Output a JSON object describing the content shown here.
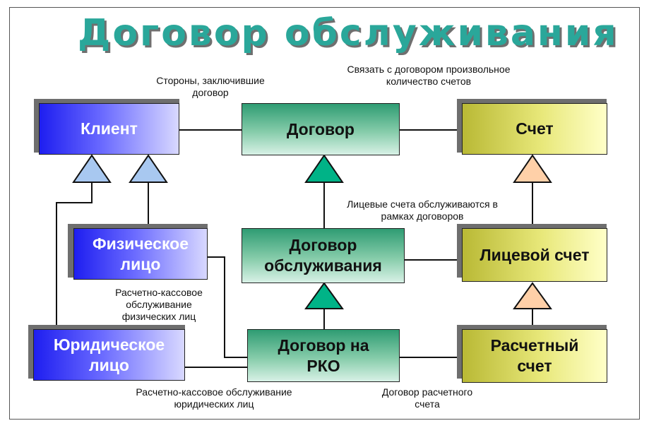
{
  "title": "Договор обслуживания",
  "boxes": {
    "client": "Клиент",
    "contract": "Договор",
    "account": "Счет",
    "individual": "Физическое лицо",
    "service_contract": "Договор обслуживания",
    "personal_account": "Лицевой счет",
    "legal_entity": "Юридическое лицо",
    "rko_contract": "Договор на РКО",
    "settlement_account": "Расчетный счет"
  },
  "notes": {
    "parties": "Стороны, заключившие договор",
    "link_accounts": "Связать с договором произвольное количество счетов",
    "personal_accounts_served": "Лицевые счета обслуживаются в рамках договоров",
    "rko_individuals": "Расчетно-кассовое обслуживание физических лиц",
    "rko_legal": "Расчетно-кассовое обслуживание юридических лиц",
    "settlement_contract": "Договор расчетного счета"
  },
  "colors": {
    "title": "#2aa79a",
    "client_fill": "#1e1ef0",
    "contract_fill": "#2f9c73",
    "account_fill": "#b9b935",
    "triangle_blue": "#a8c8f0",
    "triangle_green": "#00b387",
    "triangle_orange": "#ffd0a8"
  }
}
